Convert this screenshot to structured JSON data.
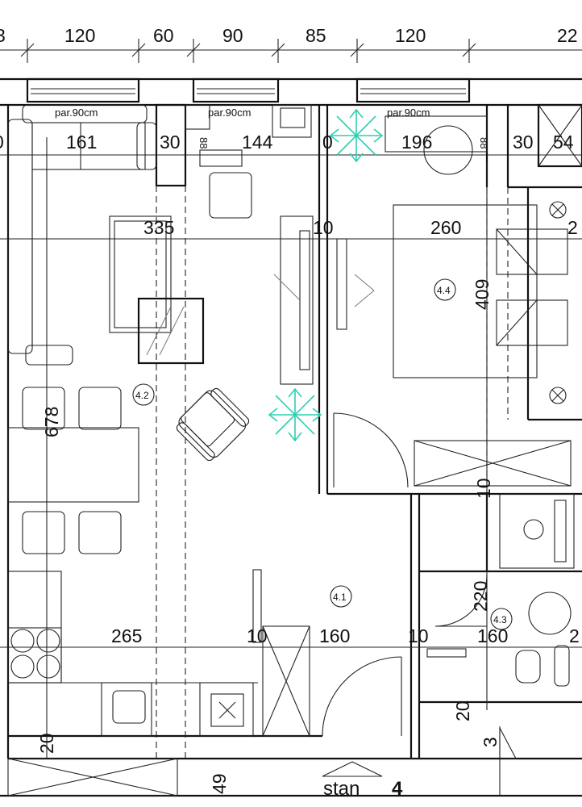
{
  "dimensions": {
    "top_row": [
      "3",
      "120",
      "60",
      "90",
      "85",
      "120",
      "22"
    ],
    "second_row": [
      "0",
      "161",
      "30",
      "144",
      "0",
      "196",
      "30",
      "54"
    ],
    "mid_row": [
      "335",
      "10",
      "260",
      "2"
    ],
    "vertical": [
      "678",
      "409",
      "10",
      "220",
      "20",
      "49",
      "3",
      "20"
    ],
    "bottom_row": [
      "265",
      "10",
      "160",
      "10",
      "160",
      "2"
    ],
    "window_labels": [
      "par.90cm",
      "par.90cm",
      "par.90cm"
    ],
    "marks_88": [
      "88",
      "88"
    ]
  },
  "rooms": {
    "living": "4.2",
    "bedroom": "4.4",
    "hall": "4.1",
    "bath": "4.3"
  },
  "floor_label": {
    "prefix": "stan",
    "number": "4"
  },
  "colors": {
    "lines": "#111111",
    "plants": "#2fcfb1",
    "background": "#ffffff"
  }
}
